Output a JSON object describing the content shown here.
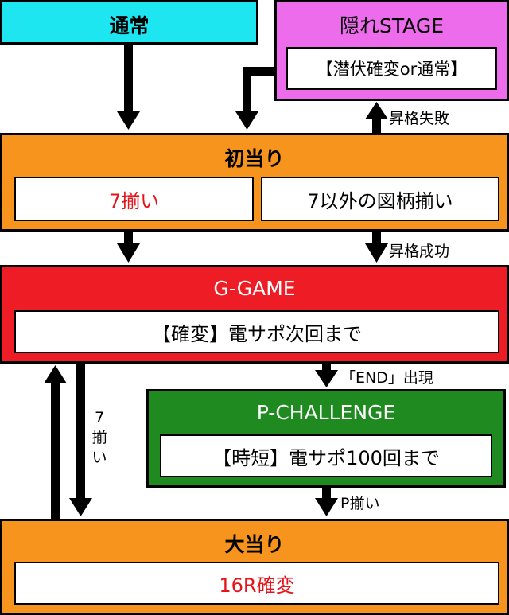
{
  "nodes": {
    "normal": {
      "title": "通常"
    },
    "hidden_stage": {
      "title": "隠れSTAGE",
      "sub": "【潜伏確変or通常】"
    },
    "first_hit": {
      "title": "初当り",
      "left": "7揃い",
      "right": "7以外の図柄揃い"
    },
    "g_game": {
      "title": "G-GAME",
      "sub": "【確変】電サポ次回まで"
    },
    "p_challenge": {
      "title": "P-CHALLENGE",
      "sub": "【時短】電サポ100回まで"
    },
    "big_hit": {
      "title": "大当り",
      "sub": "16R確変"
    }
  },
  "edges": {
    "promote_fail": "昇格失敗",
    "promote_success": "昇格成功",
    "end_appear": "「END」出現",
    "p_match": "P揃い",
    "seven_match_v1": "7",
    "seven_match_v2": "揃",
    "seven_match_v3": "い"
  },
  "colors": {
    "normal": "#1ee6f0",
    "hidden_stage": "#ec6cec",
    "orange": "#f7941d",
    "g_game": "#ee1c24",
    "p_challenge": "#1f8a1f",
    "accent_red": "#e4141a"
  }
}
